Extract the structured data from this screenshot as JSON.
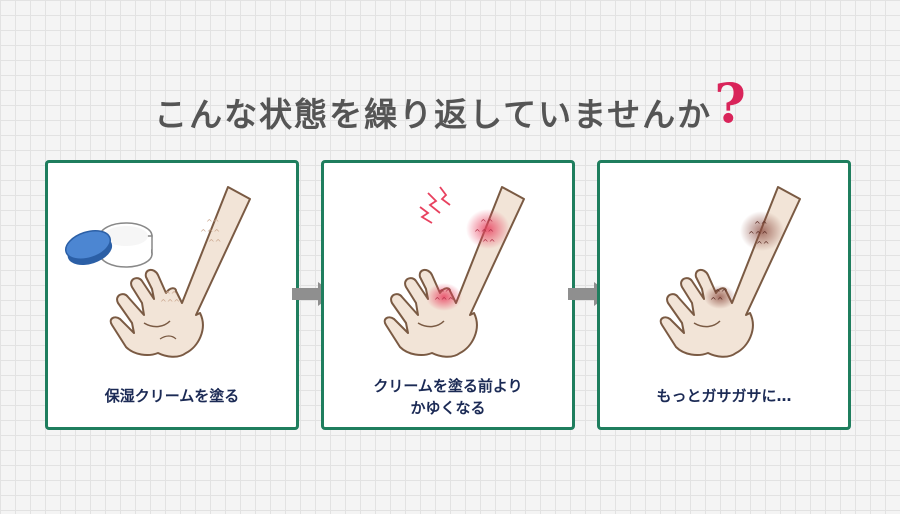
{
  "title": {
    "text": "こんな状態を繰り返していませんか",
    "mark": "?"
  },
  "panels": [
    {
      "caption_lines": [
        "保湿クリームを塗る"
      ]
    },
    {
      "caption_lines": [
        "クリームを塗る前より",
        "かゆくなる"
      ]
    },
    {
      "caption_lines": [
        "もっとガサガサに…"
      ]
    }
  ],
  "icons": {
    "cream": "cream-jar-icon",
    "arrow": "arrow-right-icon",
    "itch": "itch-spark-icon"
  },
  "colors": {
    "frame": "#1f7e5e",
    "caption": "#1b2a55",
    "title": "#555555",
    "accent": "#d9245a",
    "skin": "#f2e4d7",
    "skin_outline": "#7a5a43",
    "redness": "#e8415f",
    "scab": "#8b4a3e",
    "arrow": "#8f8f8f"
  }
}
